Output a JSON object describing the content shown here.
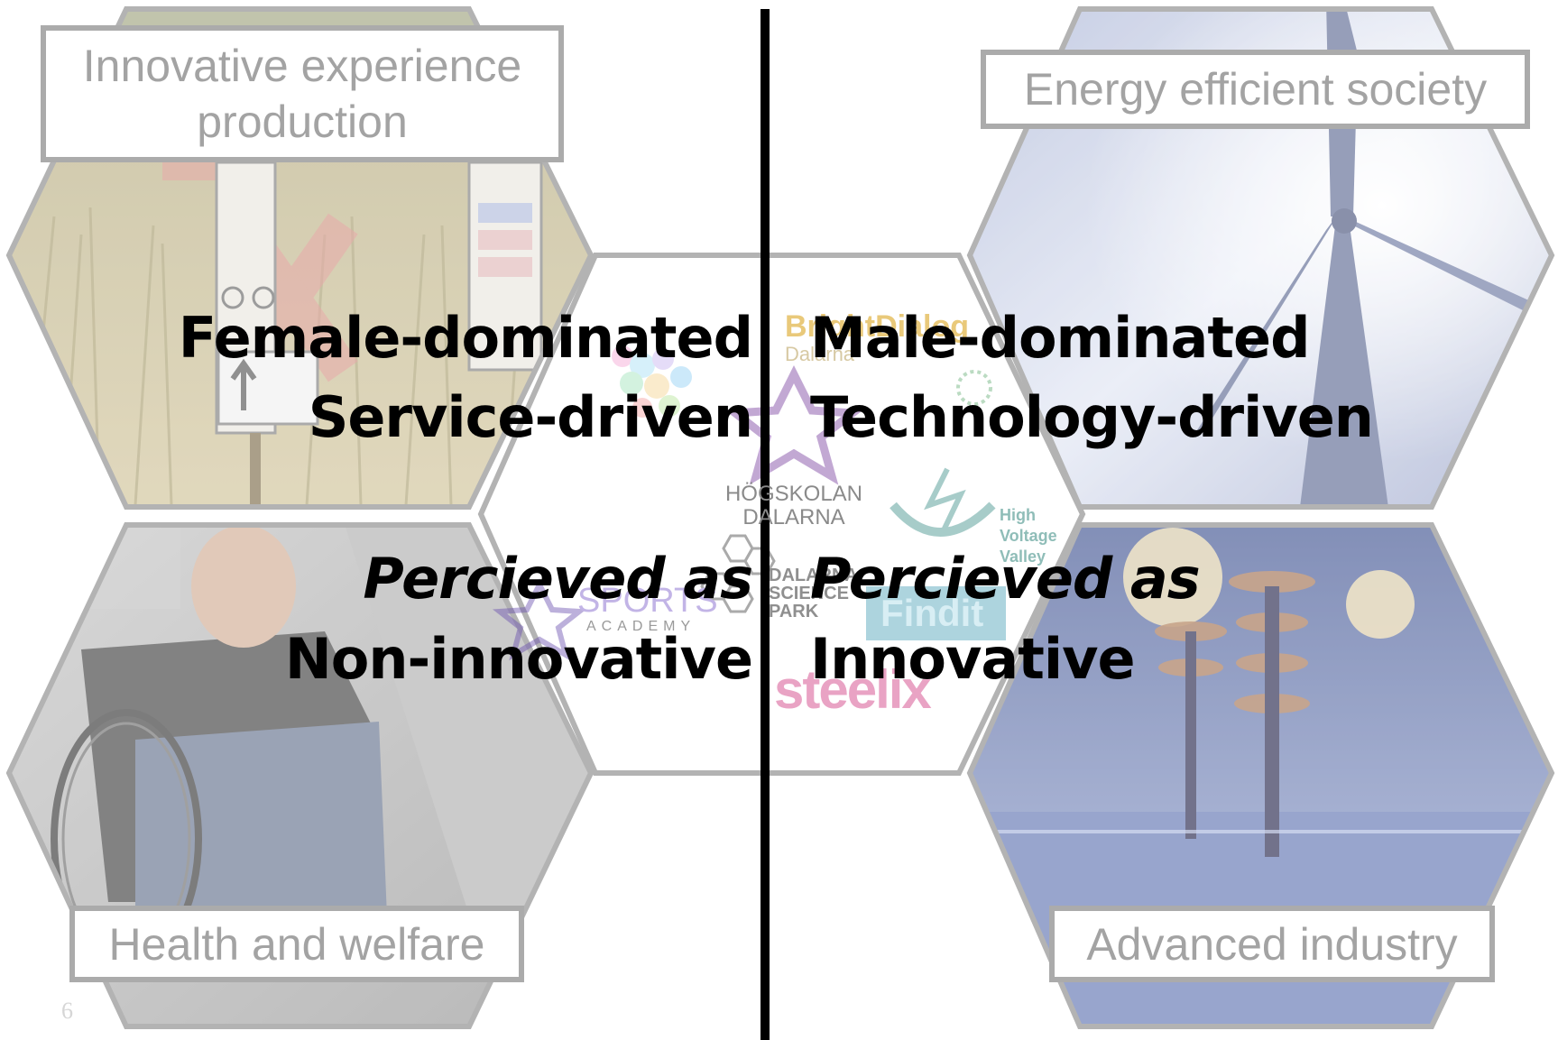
{
  "quadrants": {
    "top_left": {
      "label": "Innovative experience production",
      "image": "hiking-trail-signpost"
    },
    "top_right": {
      "label": "Energy efficient society",
      "image": "wind-turbine"
    },
    "bottom_left": {
      "label": "Health and welfare",
      "image": "wheelchair-athlete"
    },
    "bottom_right": {
      "label": "Advanced industry",
      "image": "high-voltage-hall"
    }
  },
  "left_side": {
    "line1": "Female-dominated",
    "line2": "Service-driven",
    "line3": "Percieved as",
    "line4": "Non-innovative"
  },
  "right_side": {
    "line1": "Male-dominated",
    "line2": "Technology-driven",
    "line3": "Percieved as",
    "line4": "Innovative"
  },
  "logos": {
    "hogskolan": "HÖGSKOLAN DALARNA",
    "science_park": "DALARNA SCIENCE PARK",
    "sports": "SPORTS",
    "academy": "ACADEMY",
    "bright": "BrightDialog",
    "bright_sub": "Dalarna",
    "high_voltage": "High Voltage Valley",
    "findit": "Findit",
    "steelix": "steelix"
  },
  "divider_color": "#000000",
  "slide_number": "6"
}
